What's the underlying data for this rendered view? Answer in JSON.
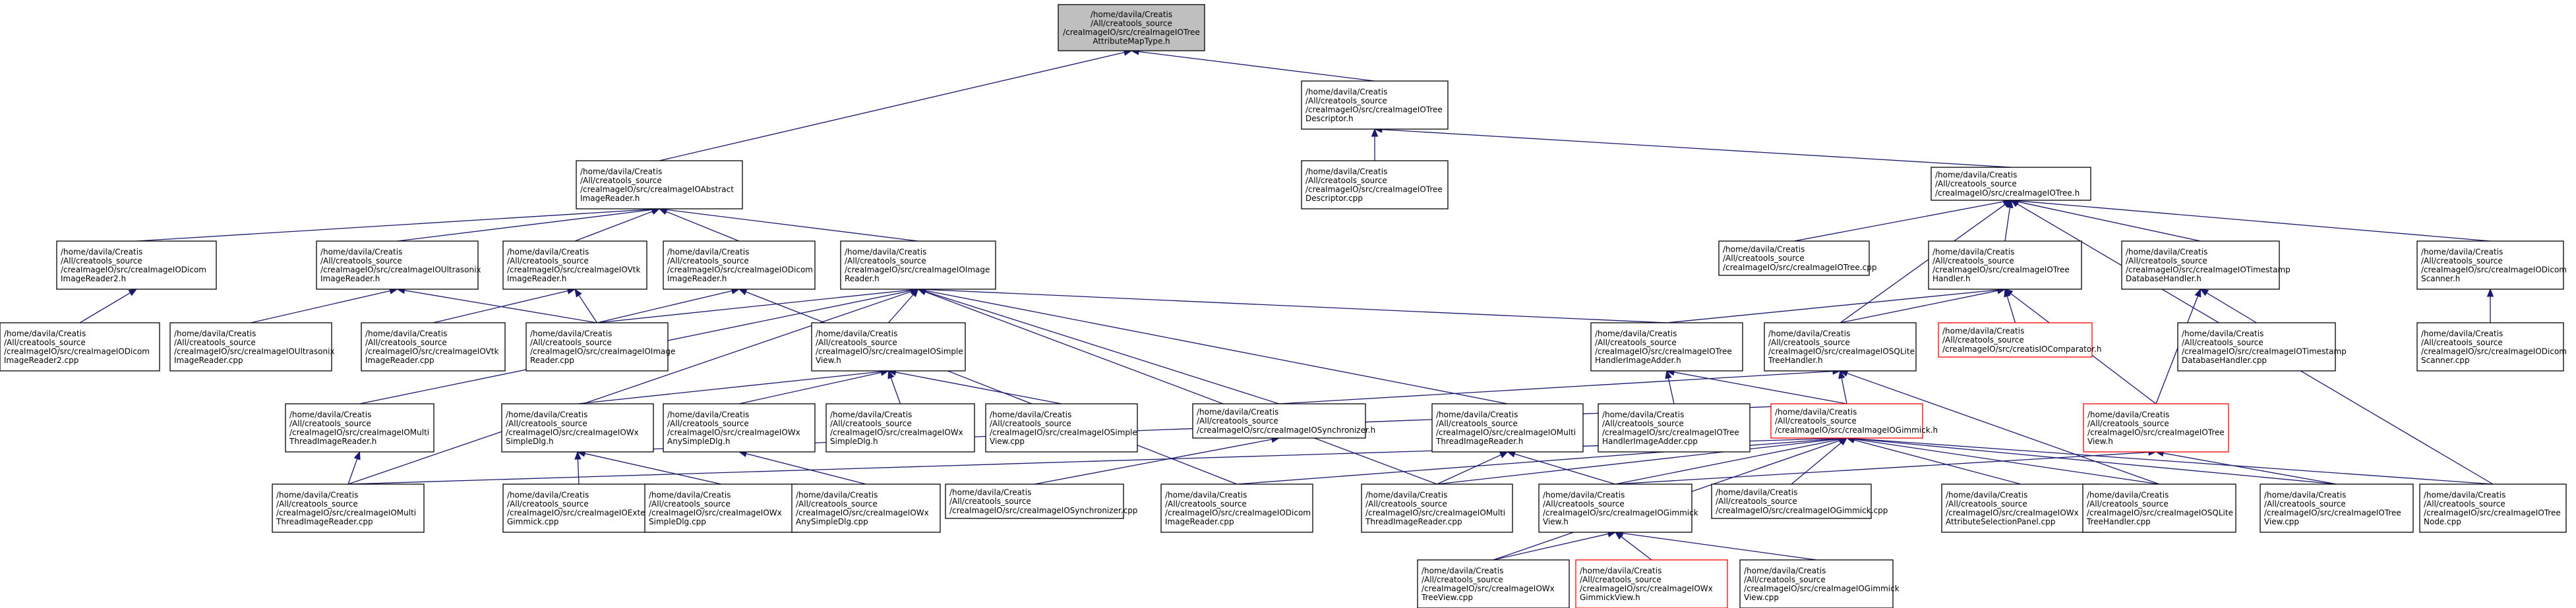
{
  "colors": {
    "edge": "#191970",
    "root_fill": "#bfbfbf",
    "node_fill": "#ffffff",
    "node_border": "#000000",
    "missing_border": "#ff0000"
  },
  "nodes": [
    {
      "id": "root",
      "lines": [
        "/home/davila/Creatis",
        "/All/creatools_source",
        "/creaImageIO/src/creaImageIOTree",
        "AttributeMapType.h"
      ],
      "style": "root"
    },
    {
      "id": "treedesc_h",
      "lines": [
        "/home/davila/Creatis",
        "/All/creatools_source",
        "/creaImageIO/src/creaImageIOTree",
        "Descriptor.h"
      ]
    },
    {
      "id": "treedesc_cpp",
      "lines": [
        "/home/davila/Creatis",
        "/All/creatools_source",
        "/creaImageIO/src/creaImageIOTree",
        "Descriptor.cpp"
      ]
    },
    {
      "id": "absreader_h",
      "lines": [
        "/home/davila/Creatis",
        "/All/creatools_source",
        "/creaImageIO/src/creaImageIOAbstract",
        "ImageReader.h"
      ]
    },
    {
      "id": "tree_h",
      "lines": [
        "/home/davila/Creatis",
        "/All/creatools_source",
        "/creaImageIO/src/creaImageIOTree.h"
      ]
    },
    {
      "id": "dicom2_h",
      "lines": [
        "/home/davila/Creatis",
        "/All/creatools_source",
        "/creaImageIO/src/creaImageIODicom",
        "ImageReader2.h"
      ]
    },
    {
      "id": "ultra_h",
      "lines": [
        "/home/davila/Creatis",
        "/All/creatools_source",
        "/creaImageIO/src/creaImageIOUltrasonix",
        "ImageReader.h"
      ]
    },
    {
      "id": "vtk_h",
      "lines": [
        "/home/davila/Creatis",
        "/All/creatools_source",
        "/creaImageIO/src/creaImageIOVtk",
        "ImageReader.h"
      ]
    },
    {
      "id": "dicomrd_h",
      "lines": [
        "/home/davila/Creatis",
        "/All/creatools_source",
        "/creaImageIO/src/creaImageIODicom",
        "ImageReader.h"
      ]
    },
    {
      "id": "imgreader_h",
      "lines": [
        "/home/davila/Creatis",
        "/All/creatools_source",
        "/creaImageIO/src/creaImageIOImage",
        "Reader.h"
      ]
    },
    {
      "id": "tree_cpp",
      "lines": [
        "/home/davila/Creatis",
        "/All/creatools_source",
        "/creaImageIO/src/creaImageIOTree.cpp"
      ]
    },
    {
      "id": "treehandler_h",
      "lines": [
        "/home/davila/Creatis",
        "/All/creatools_source",
        "/creaImageIO/src/creaImageIOTree",
        "Handler.h"
      ]
    },
    {
      "id": "tsdb_h",
      "lines": [
        "/home/davila/Creatis",
        "/All/creatools_source",
        "/creaImageIO/src/creaImageIOTimestamp",
        "DatabaseHandler.h"
      ]
    },
    {
      "id": "dscanner_h",
      "lines": [
        "/home/davila/Creatis",
        "/All/creatools_source",
        "/creaImageIO/src/creaImageIODicom",
        "Scanner.h"
      ]
    },
    {
      "id": "dicom2_cpp",
      "lines": [
        "/home/davila/Creatis",
        "/All/creatools_source",
        "/creaImageIO/src/creaImageIODicom",
        "ImageReader2.cpp"
      ]
    },
    {
      "id": "ultra_cpp",
      "lines": [
        "/home/davila/Creatis",
        "/All/creatools_source",
        "/creaImageIO/src/creaImageIOUltrasonix",
        "ImageReader.cpp"
      ]
    },
    {
      "id": "vtk_cpp",
      "lines": [
        "/home/davila/Creatis",
        "/All/creatools_source",
        "/creaImageIO/src/creaImageIOVtk",
        "ImageReader.cpp"
      ]
    },
    {
      "id": "imgreader_cpp",
      "lines": [
        "/home/davila/Creatis",
        "/All/creatools_source",
        "/creaImageIO/src/creaImageIOImage",
        "Reader.cpp"
      ]
    },
    {
      "id": "simpleview_h",
      "lines": [
        "/home/davila/Creatis",
        "/All/creatools_source",
        "/creaImageIO/src/creaImageIOSimple",
        "View.h"
      ]
    },
    {
      "id": "thadder_h",
      "lines": [
        "/home/davila/Creatis",
        "/All/creatools_source",
        "/creaImageIO/src/creaImageIOTree",
        "HandlerImageAdder.h"
      ]
    },
    {
      "id": "sqlite_h",
      "lines": [
        "/home/davila/Creatis",
        "/All/creatools_source",
        "/creaImageIO/src/creaImageIOSQLite",
        "TreeHandler.h"
      ]
    },
    {
      "id": "comparator_h",
      "lines": [
        "/home/davila/Creatis",
        "/All/creatools_source",
        "/creaImageIO/src/creatisIOComparator.h"
      ],
      "style": "missing"
    },
    {
      "id": "tsdb_cpp",
      "lines": [
        "/home/davila/Creatis",
        "/All/creatools_source",
        "/creaImageIO/src/creaImageIOTimestamp",
        "DatabaseHandler.cpp"
      ]
    },
    {
      "id": "dscanner_cpp",
      "lines": [
        "/home/davila/Creatis",
        "/All/creatools_source",
        "/creaImageIO/src/creaImageIODicom",
        "Scanner.cpp"
      ]
    },
    {
      "id": "multithread_h",
      "lines": [
        "/home/davila/Creatis",
        "/All/creatools_source",
        "/creaImageIO/src/creaImageIOMulti",
        "ThreadImageReader.h"
      ]
    },
    {
      "id": "wxsimpledlg_h",
      "lines": [
        "/home/davila/Creatis",
        "/All/creatools_source",
        "/creaImageIO/src/creaImageIOWx",
        "SimpleDlg.h"
      ]
    },
    {
      "id": "wxanydlg_h",
      "lines": [
        "/home/davila/Creatis",
        "/All/creatools_source",
        "/creaImageIO/src/creaImageIOWx",
        "AnySimpleDlg.h"
      ]
    },
    {
      "id": "wxsimpledlg_tiny_h",
      "lines": [
        "/home/davila/Creatis",
        "/All/creatools_source",
        "/creaImageIO/src/creaImageIOWx",
        "SimpleDlg.h"
      ]
    },
    {
      "id": "simpleview_cpp",
      "lines": [
        "/home/davila/Creatis",
        "/All/creatools_source",
        "/creaImageIO/src/creaImageIOSimple",
        "View.cpp"
      ]
    },
    {
      "id": "synchronizer_h",
      "lines": [
        "/home/davila/Creatis",
        "/All/creatools_source",
        "/creaImageIO/src/creaImageIOSynchronizer.h"
      ]
    },
    {
      "id": "multithread2_h",
      "lines": [
        "/home/davila/Creatis",
        "/All/creatools_source",
        "/creaImageIO/src/creaImageIOMulti",
        "ThreadImageReader.h"
      ]
    },
    {
      "id": "thadder_cpp",
      "lines": [
        "/home/davila/Creatis",
        "/All/creatools_source",
        "/creaImageIO/src/creaImageIOTree",
        "HandlerImageAdder.cpp"
      ]
    },
    {
      "id": "gimmick_h",
      "lines": [
        "/home/davila/Creatis",
        "/All/creatools_source",
        "/creaImageIO/src/creaImageIOGimmick.h"
      ],
      "style": "missing"
    },
    {
      "id": "treeview_h",
      "lines": [
        "/home/davila/Creatis",
        "/All/creatools_source",
        "/creaImageIO/src/creaImageIOTree",
        "View.h"
      ],
      "style": "missing"
    },
    {
      "id": "multithread_cpp",
      "lines": [
        "/home/davila/Creatis",
        "/All/creatools_source",
        "/creaImageIO/src/creaImageIOMulti",
        "ThreadImageReader.cpp"
      ]
    },
    {
      "id": "extgimmick_cpp",
      "lines": [
        "/home/davila/Creatis",
        "/All/creatools_source",
        "/creaImageIO/src/creaImageIOExternal",
        "Gimmick.cpp"
      ]
    },
    {
      "id": "wxsimpledlg_cpp",
      "lines": [
        "/home/davila/Creatis",
        "/All/creatools_source",
        "/creaImageIO/src/creaImageIOWx",
        "SimpleDlg.cpp"
      ]
    },
    {
      "id": "wxanydlg_cpp",
      "lines": [
        "/home/davila/Creatis",
        "/All/creatools_source",
        "/creaImageIO/src/creaImageIOWx",
        "AnySimpleDlg.cpp"
      ]
    },
    {
      "id": "synchronizer_cpp",
      "lines": [
        "/home/davila/Creatis",
        "/All/creatools_source",
        "/creaImageIO/src/creaImageIOSynchronizer.cpp"
      ]
    },
    {
      "id": "dicomrd_cpp",
      "lines": [
        "/home/davila/Creatis",
        "/All/creatools_source",
        "/creaImageIO/src/creaImageIODicom",
        "ImageReader.cpp"
      ]
    },
    {
      "id": "multithread2_cpp",
      "lines": [
        "/home/davila/Creatis",
        "/All/creatools_source",
        "/creaImageIO/src/creaImageIOMulti",
        "ThreadImageReader.cpp"
      ]
    },
    {
      "id": "gimmickview_h",
      "lines": [
        "/home/davila/Creatis",
        "/All/creatools_source",
        "/creaImageIO/src/creaImageIOGimmick",
        "View.h"
      ]
    },
    {
      "id": "gimmick_cpp",
      "lines": [
        "/home/davila/Creatis",
        "/All/creatools_source",
        "/creaImageIO/src/creaImageIOGimmick.cpp"
      ]
    },
    {
      "id": "wxattr_cpp",
      "lines": [
        "/home/davila/Creatis",
        "/All/creatools_source",
        "/creaImageIO/src/creaImageIOWx",
        "AttributeSelectionPanel.cpp"
      ]
    },
    {
      "id": "sqlite_cpp",
      "lines": [
        "/home/davila/Creatis",
        "/All/creatools_source",
        "/creaImageIO/src/creaImageIOSQLite",
        "TreeHandler.cpp"
      ]
    },
    {
      "id": "treeview_cpp",
      "lines": [
        "/home/davila/Creatis",
        "/All/creatools_source",
        "/creaImageIO/src/creaImageIOTree",
        "View.cpp"
      ]
    },
    {
      "id": "treenode_cpp",
      "lines": [
        "/home/davila/Creatis",
        "/All/creatools_source",
        "/creaImageIO/src/creaImageIOTree",
        "Node.cpp"
      ]
    },
    {
      "id": "wxtreeview_cpp",
      "lines": [
        "/home/davila/Creatis",
        "/All/creatools_source",
        "/creaImageIO/src/creaImageIOWx",
        "TreeView.cpp"
      ]
    },
    {
      "id": "wxgimmickview_h",
      "lines": [
        "/home/davila/Creatis",
        "/All/creatools_source",
        "/creaImageIO/src/creaImageIOWx",
        "GimmickView.h"
      ],
      "style": "missing"
    },
    {
      "id": "gimmickview_cpp",
      "lines": [
        "/home/davila/Creatis",
        "/All/creatools_source",
        "/creaImageIO/src/creaImageIOGimmick",
        "View.cpp"
      ]
    }
  ],
  "edges": [
    [
      "treedesc_h",
      "root"
    ],
    [
      "absreader_h",
      "root"
    ],
    [
      "treedesc_cpp",
      "treedesc_h"
    ],
    [
      "tree_h",
      "treedesc_h"
    ],
    [
      "dicom2_h",
      "absreader_h"
    ],
    [
      "ultra_h",
      "absreader_h"
    ],
    [
      "vtk_h",
      "absreader_h"
    ],
    [
      "dicomrd_h",
      "absreader_h"
    ],
    [
      "imgreader_h",
      "absreader_h"
    ],
    [
      "tree_cpp",
      "tree_h"
    ],
    [
      "treehandler_h",
      "tree_h"
    ],
    [
      "tsdb_h",
      "tree_h"
    ],
    [
      "dscanner_h",
      "tree_h"
    ],
    [
      "sqlite_h",
      "tree_h"
    ],
    [
      "treenode_cpp",
      "tree_h"
    ],
    [
      "dicom2_cpp",
      "dicom2_h"
    ],
    [
      "ultra_cpp",
      "ultra_h"
    ],
    [
      "imgreader_cpp",
      "ultra_h"
    ],
    [
      "vtk_cpp",
      "vtk_h"
    ],
    [
      "imgreader_cpp",
      "vtk_h"
    ],
    [
      "imgreader_cpp",
      "dicomrd_h"
    ],
    [
      "dicomrd_cpp",
      "dicomrd_h"
    ],
    [
      "imgreader_cpp",
      "imgreader_h"
    ],
    [
      "simpleview_h",
      "imgreader_h"
    ],
    [
      "thadder_h",
      "imgreader_h"
    ],
    [
      "multithread_h",
      "imgreader_h"
    ],
    [
      "multithread_cpp",
      "imgreader_h"
    ],
    [
      "synchronizer_h",
      "imgreader_h"
    ],
    [
      "multithread2_h",
      "imgreader_h"
    ],
    [
      "multithread2_cpp",
      "imgreader_h"
    ],
    [
      "thadder_h",
      "treehandler_h"
    ],
    [
      "sqlite_h",
      "treehandler_h"
    ],
    [
      "comparator_h",
      "treehandler_h"
    ],
    [
      "treeview_h",
      "treehandler_h"
    ],
    [
      "tsdb_cpp",
      "tsdb_h"
    ],
    [
      "treeview_h",
      "tsdb_h"
    ],
    [
      "dscanner_cpp",
      "dscanner_h"
    ],
    [
      "wxsimpledlg_h",
      "simpleview_h"
    ],
    [
      "wxanydlg_h",
      "simpleview_h"
    ],
    [
      "wxsimpledlg_tiny_h",
      "simpleview_h"
    ],
    [
      "simpleview_cpp",
      "simpleview_h"
    ],
    [
      "thadder_cpp",
      "thadder_h"
    ],
    [
      "gimmick_h",
      "thadder_h"
    ],
    [
      "gimmick_h",
      "sqlite_h"
    ],
    [
      "sqlite_cpp",
      "sqlite_h"
    ],
    [
      "synchronizer_h",
      "sqlite_h"
    ],
    [
      "multithread_cpp",
      "multithread_h"
    ],
    [
      "extgimmick_cpp",
      "wxsimpledlg_h"
    ],
    [
      "wxsimpledlg_cpp",
      "wxsimpledlg_h"
    ],
    [
      "gimmick_h",
      "wxsimpledlg_h"
    ],
    [
      "wxanydlg_cpp",
      "wxanydlg_h"
    ],
    [
      "synchronizer_cpp",
      "synchronizer_h"
    ],
    [
      "multithread2_cpp",
      "multithread2_h"
    ],
    [
      "gimmickview_h",
      "multithread2_h"
    ],
    [
      "multithread_cpp",
      "gimmick_h"
    ],
    [
      "dicomrd_cpp",
      "gimmick_h"
    ],
    [
      "multithread2_cpp",
      "gimmick_h"
    ],
    [
      "gimmickview_h",
      "gimmick_h"
    ],
    [
      "gimmick_cpp",
      "gimmick_h"
    ],
    [
      "wxattr_cpp",
      "gimmick_h"
    ],
    [
      "sqlite_cpp",
      "gimmick_h"
    ],
    [
      "treeview_cpp",
      "gimmick_h"
    ],
    [
      "treenode_cpp",
      "gimmick_h"
    ],
    [
      "wxtreeview_cpp",
      "gimmick_h"
    ],
    [
      "gimmickview_h",
      "treeview_h"
    ],
    [
      "treeview_cpp",
      "treeview_h"
    ],
    [
      "wxtreeview_cpp",
      "gimmickview_h"
    ],
    [
      "wxgimmickview_h",
      "gimmickview_h"
    ],
    [
      "gimmickview_cpp",
      "gimmickview_h"
    ]
  ]
}
